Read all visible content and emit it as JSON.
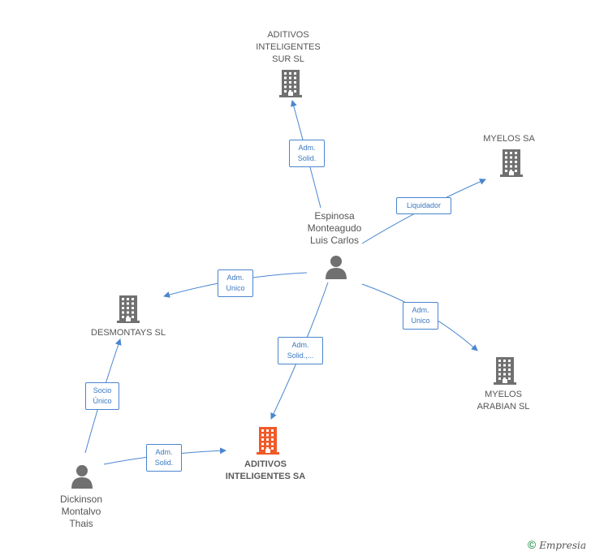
{
  "nodes": {
    "sur": {
      "label": "ADITIVOS\nINTELIGENTES\nSUR SL"
    },
    "myelos": {
      "label": "MYELOS SA"
    },
    "espinosa": {
      "label": "Espinosa\nMonteagudo\nLuis Carlos"
    },
    "desmontays": {
      "label": "DESMONTAYS SL"
    },
    "arabian": {
      "label": "MYELOS\nARABIAN SL"
    },
    "aditivos": {
      "label": "ADITIVOS\nINTELIGENTES SA"
    },
    "dickinson": {
      "label": "Dickinson\nMontalvo\nThais"
    }
  },
  "edges": {
    "to_sur": "Adm.\nSolid.",
    "to_myelos": "Liquidador",
    "to_desmontays": "Adm.\nUnico",
    "to_arabian": "Adm.\nUnico",
    "to_aditivos": "Adm.\nSolid.,...",
    "dick_to_desmontays": "Socio\nÚnico",
    "dick_to_aditivos": "Adm.\nSolid."
  },
  "colors": {
    "company": "#707070",
    "focus": "#f05a28",
    "person": "#707070",
    "edge": "#4a86cf"
  },
  "footer": {
    "copyright": "©",
    "brand": "Empresia"
  }
}
